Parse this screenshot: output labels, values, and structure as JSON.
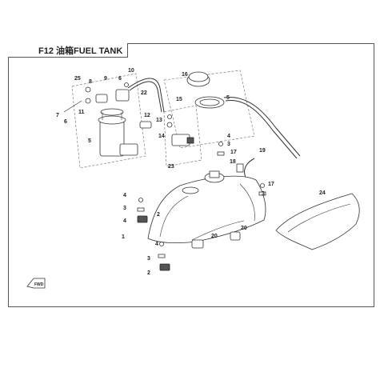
{
  "title": "F12 油箱FUEL TANK",
  "callouts": [
    "25",
    "8",
    "9",
    "6",
    "10",
    "16",
    "22",
    "7",
    "6",
    "11",
    "5",
    "12",
    "13",
    "14",
    "15",
    "5",
    "4",
    "3",
    "17",
    "18",
    "19",
    "4",
    "23",
    "3",
    "17",
    "24",
    "4",
    "3",
    "2",
    "1",
    "20",
    "20",
    "4",
    "3",
    "2"
  ],
  "fwd_label": "FWD"
}
